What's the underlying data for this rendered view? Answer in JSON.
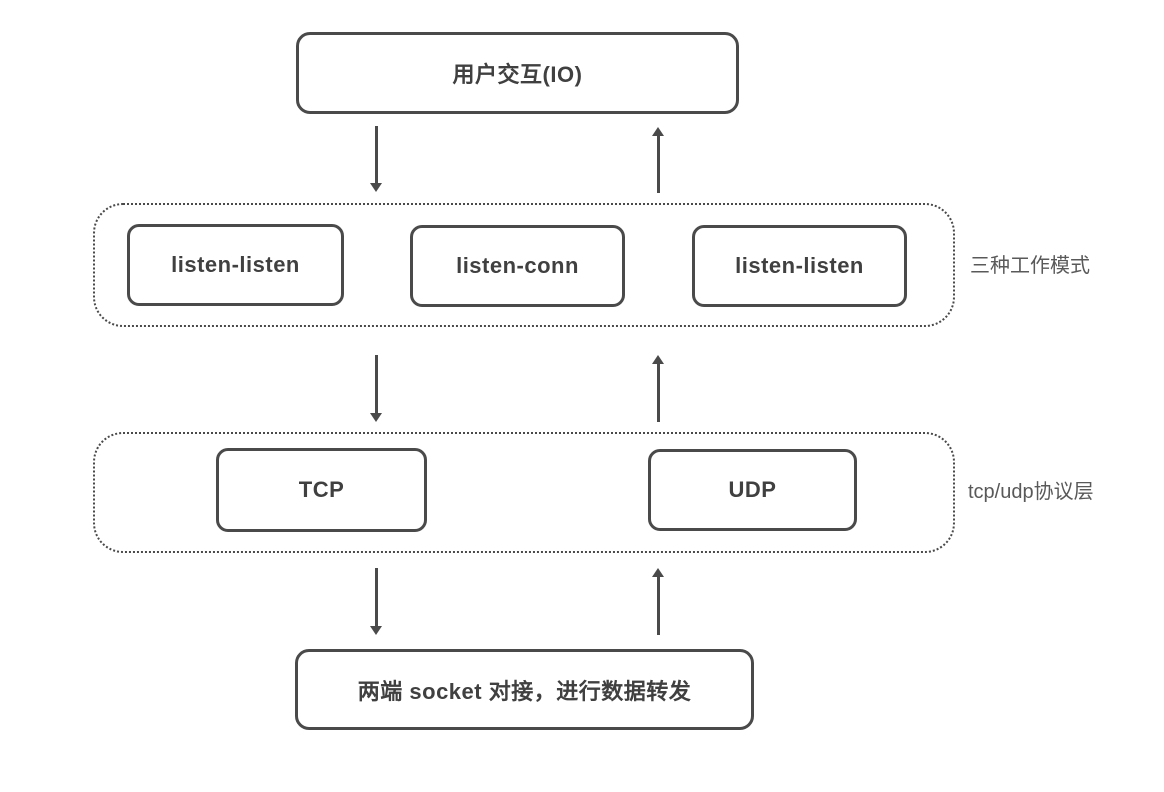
{
  "diagram": {
    "top_node": {
      "label": "用户交互(IO)"
    },
    "modes_group": {
      "caption": "三种工作模式",
      "items": [
        {
          "label": "listen-listen"
        },
        {
          "label": "listen-conn"
        },
        {
          "label": "listen-listen"
        }
      ]
    },
    "protocol_group": {
      "caption": "tcp/udp协议层",
      "items": [
        {
          "label": "TCP"
        },
        {
          "label": "UDP"
        }
      ]
    },
    "bottom_node": {
      "label": "两端 socket 对接，进行数据转发"
    },
    "colors": {
      "stroke": "#4a4a4a",
      "node_text": "#404040",
      "caption_text": "#595959",
      "background": "#ffffff"
    }
  }
}
